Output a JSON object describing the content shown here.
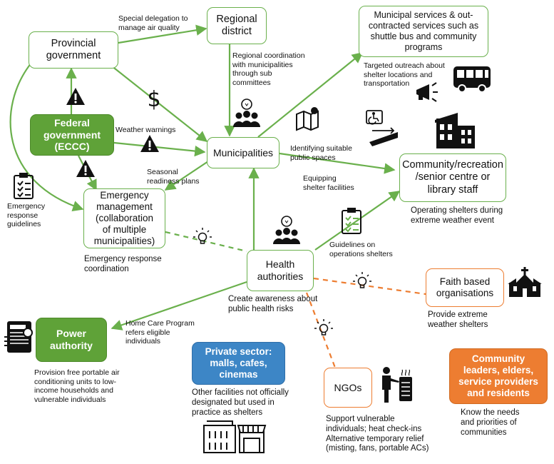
{
  "colors": {
    "green_edge": "#6ab04c",
    "orange_edge": "#ed7d31",
    "green_fill": "#5fa238",
    "orange_fill": "#ed7d31",
    "blue_fill": "#3d86c6"
  },
  "nodes": {
    "provincial_government": "Provincial\ngovernment",
    "regional_district": "Regional\ndistrict",
    "municipal_services": "Municipal services & out-\ncontracted services such as\nshuttle bus and community\nprograms",
    "federal_government": "Federal\ngovernment\n(ECCC)",
    "municipalities": "Municipalities",
    "community_centre": "Community/recreation\n/senior centre or\nlibrary staff",
    "emergency_management": "Emergency\nmanagement\n(collaboration\nof multiple\nmunicipalities)",
    "health_authorities": "Health\nauthorities",
    "faith_based": "Faith based\norganisations",
    "power_authority": "Power\nauthority",
    "private_sector": "Private sector:\nmalls, cafes,\ncinemas",
    "ngos": "NGOs",
    "community_leaders": "Community\nleaders, elders,\nservice providers\nand residents"
  },
  "labels": {
    "special_delegation": "Special delegation to\nmanage air quality",
    "regional_coordination": "Regional coordination\nwith municipalities\nthrough sub\ncommittees",
    "targeted_outreach": "Targeted outreach about\nshelter locations and\ntransportation",
    "weather_warnings": "Weather warnings",
    "identifying_spaces": "Identifying suitable\npublic spaces",
    "seasonal_readiness": "Seasonal\nreadiness plans",
    "equipping_facilities": "Equipping\nshelter facilities",
    "emergency_guidelines": "Emergency\nresponse\nguidelines",
    "operating_shelters": "Operating shelters during\nextreme weather event",
    "guidelines_operations": "Guidelines on\noperations shelters",
    "emergency_coordination": "Emergency response\ncoordination",
    "create_awareness": "Create awareness about\npublic health risks",
    "provide_shelters": "Provide extreme\nweather shelters",
    "home_care": "Home Care Program\nrefers eligible\nindividuals",
    "provision_ac": "Provision free portable air\nconditioning units to low-\nincome households and\nvulnerable individuals",
    "other_facilities": "Other facilities not officially\ndesignated but used in\npractice as shelters",
    "support_vulnerable": "Support vulnerable\nindividuals; heat check-ins\nAlternative temporary relief\n(misting, fans, portable ACs)",
    "know_needs": "Know the needs\nand priorities of\ncommunities"
  },
  "icons": [
    "warning-icon",
    "dollar-icon",
    "clipboard-icon",
    "team-idea-icon",
    "map-pin-icon",
    "accessible-ramp-icon",
    "bus-icon",
    "megaphone-icon",
    "building-icon",
    "lightbulb-icon",
    "church-icon",
    "air-conditioner-icon",
    "shops-icon",
    "person-heater-icon"
  ]
}
